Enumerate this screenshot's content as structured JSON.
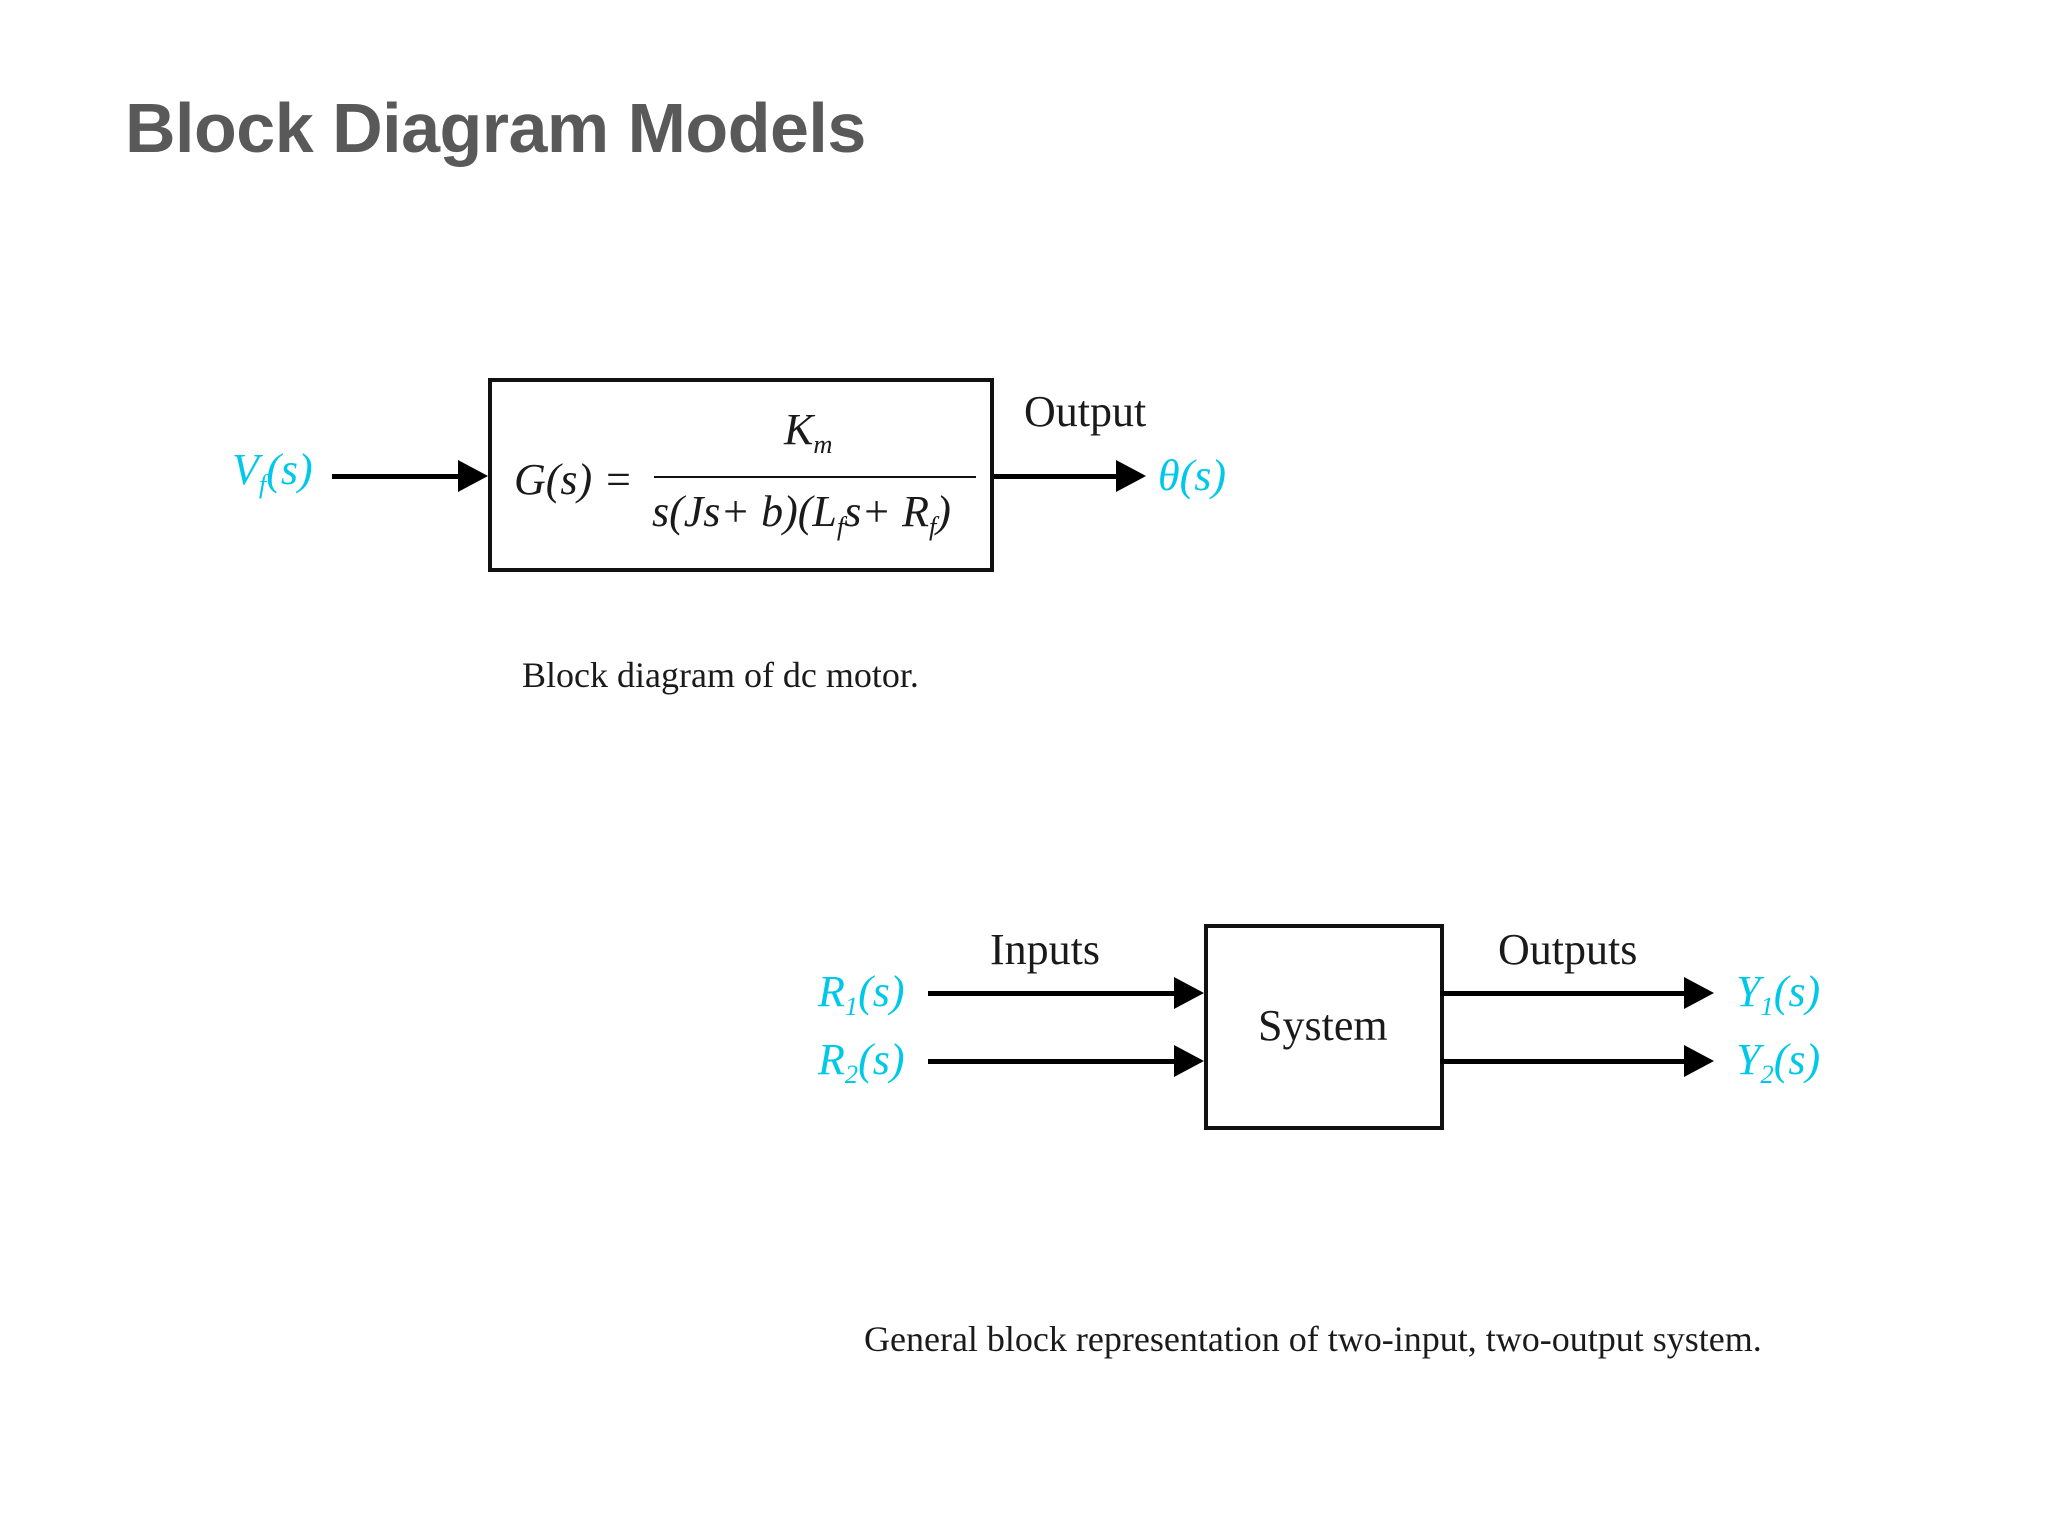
{
  "slide": {
    "title": "Block Diagram Models"
  },
  "dc_motor": {
    "input_signal_main": "V",
    "input_signal_sub": "f",
    "input_signal_tail": "(s)",
    "output_label": "Output",
    "output_signal": "θ(s)",
    "transfer_lhs": "G(s) =",
    "numerator_main": "K",
    "numerator_sub": "m",
    "denominator_part1": "s(Js+ b)(L",
    "denominator_sub1": "f",
    "denominator_part2": "s+ R",
    "denominator_sub2": "f",
    "denominator_part3": ")",
    "caption": "Block diagram of dc motor."
  },
  "mimo": {
    "inputs_label": "Inputs",
    "outputs_label": "Outputs",
    "system_label": "System",
    "inputs": [
      {
        "main": "R",
        "sub": "1",
        "tail": "(s)"
      },
      {
        "main": "R",
        "sub": "2",
        "tail": "(s)"
      }
    ],
    "outputs": [
      {
        "main": "Y",
        "sub": "1",
        "tail": "(s)"
      },
      {
        "main": "Y",
        "sub": "2",
        "tail": "(s)"
      }
    ],
    "caption": "General block representation of two-input, two-output system."
  },
  "colors": {
    "signal": "#00c8e8",
    "title": "#595959",
    "line": "#000000"
  }
}
